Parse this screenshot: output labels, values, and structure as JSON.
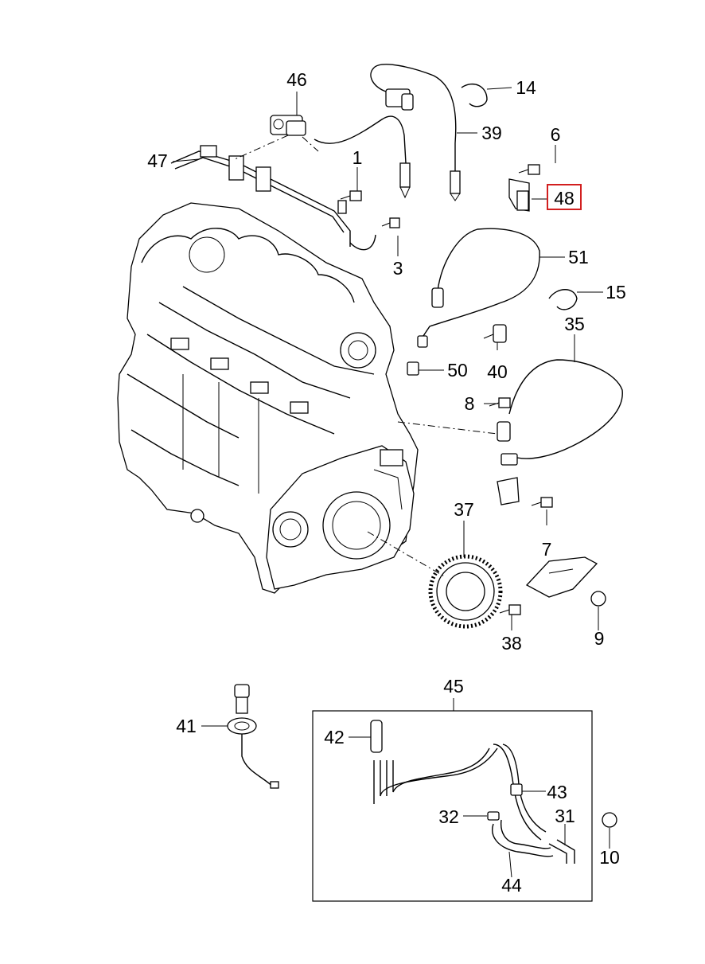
{
  "diagram": {
    "highlight_color": "#d21f1f",
    "callouts": {
      "c1": "1",
      "c3": "3",
      "c6": "6",
      "c7": "7",
      "c8": "8",
      "c9": "9",
      "c10": "10",
      "c14": "14",
      "c15": "15",
      "c31": "31",
      "c32": "32",
      "c35": "35",
      "c37": "37",
      "c38": "38",
      "c39": "39",
      "c40": "40",
      "c41": "41",
      "c42": "42",
      "c43": "43",
      "c44": "44",
      "c45": "45",
      "c46": "46",
      "c47": "47",
      "c48": "48",
      "c50": "50",
      "c51": "51"
    },
    "highlighted": "48"
  }
}
